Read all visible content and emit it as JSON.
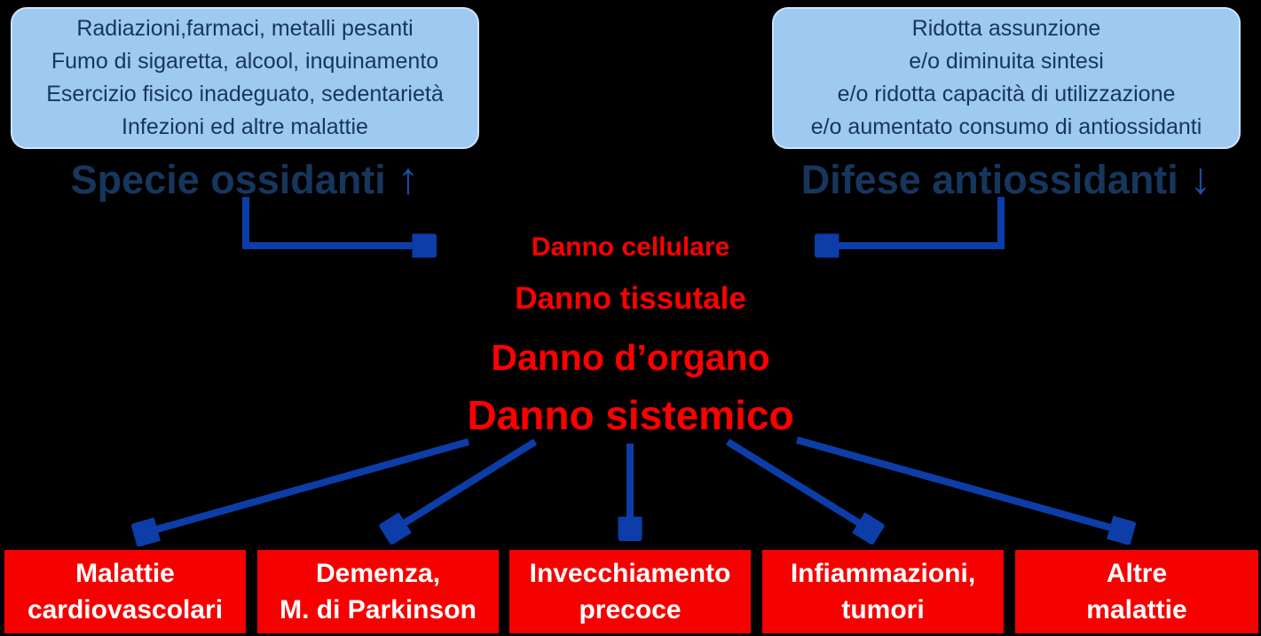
{
  "colors": {
    "background": "#000000",
    "panel_fill": "#9ecaf2",
    "panel_border": "#cfe2f9",
    "panel_text": "#17365d",
    "headline_text": "#17365d",
    "arrow_blue": "#0c3da8",
    "cascade_text": "#ff0000",
    "outcome_fill": "#f70000",
    "outcome_text": "#ffffff"
  },
  "left_panel": {
    "lines": [
      "Radiazioni,farmaci, metalli pesanti",
      "Fumo di sigaretta, alcool, inquinamento",
      "Esercizio fisico inadeguato, sedentarietà",
      "Infezioni ed altre malattie"
    ]
  },
  "right_panel": {
    "lines": [
      "Ridotta assunzione",
      "e/o diminuita sintesi",
      "e/o ridotta capacità di utilizzazione",
      "e/o aumentato consumo di antiossidanti"
    ]
  },
  "left_headline": {
    "label": "Specie ossidanti",
    "arrow": "↑"
  },
  "right_headline": {
    "label": "Difese antiossidanti",
    "arrow": "↓"
  },
  "cascade": {
    "level1": "Danno cellulare",
    "level2": "Danno tissutale",
    "level3": "Danno d’organo",
    "level4": "Danno sistemico"
  },
  "outcomes": [
    {
      "line1": "Malattie",
      "line2": "cardiovascolari"
    },
    {
      "line1": "Demenza,",
      "line2": "M. di Parkinson"
    },
    {
      "line1": "Invecchiamento",
      "line2": "precoce"
    },
    {
      "line1": "Infiammazioni,",
      "line2": "tumori"
    },
    {
      "line1": "Altre",
      "line2": "malattie"
    }
  ]
}
